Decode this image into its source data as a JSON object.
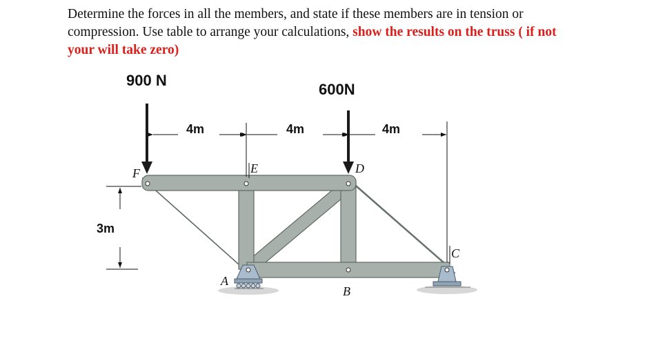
{
  "problem": {
    "line1": "Determine the forces in all the  members, and state if these members are in tension or",
    "line2_normal": "compression. Use table to arrange your calculations, ",
    "line2_highlight": "show the results on the truss ( if not",
    "line3_highlight": "your will take zero)"
  },
  "loads": {
    "left": "900 N",
    "right": "600N"
  },
  "dimensions": {
    "span1": "4m",
    "span2": "4m",
    "span3": "4m",
    "height": "3m"
  },
  "joints": {
    "A": "A",
    "B": "B",
    "C": "C",
    "D": "D",
    "E": "E",
    "F": "F"
  },
  "colors": {
    "member_fill": "#a7b0aa",
    "member_stroke": "#5f6a64",
    "support_fill": "#a8bccd",
    "highlight": "#d9201c"
  }
}
